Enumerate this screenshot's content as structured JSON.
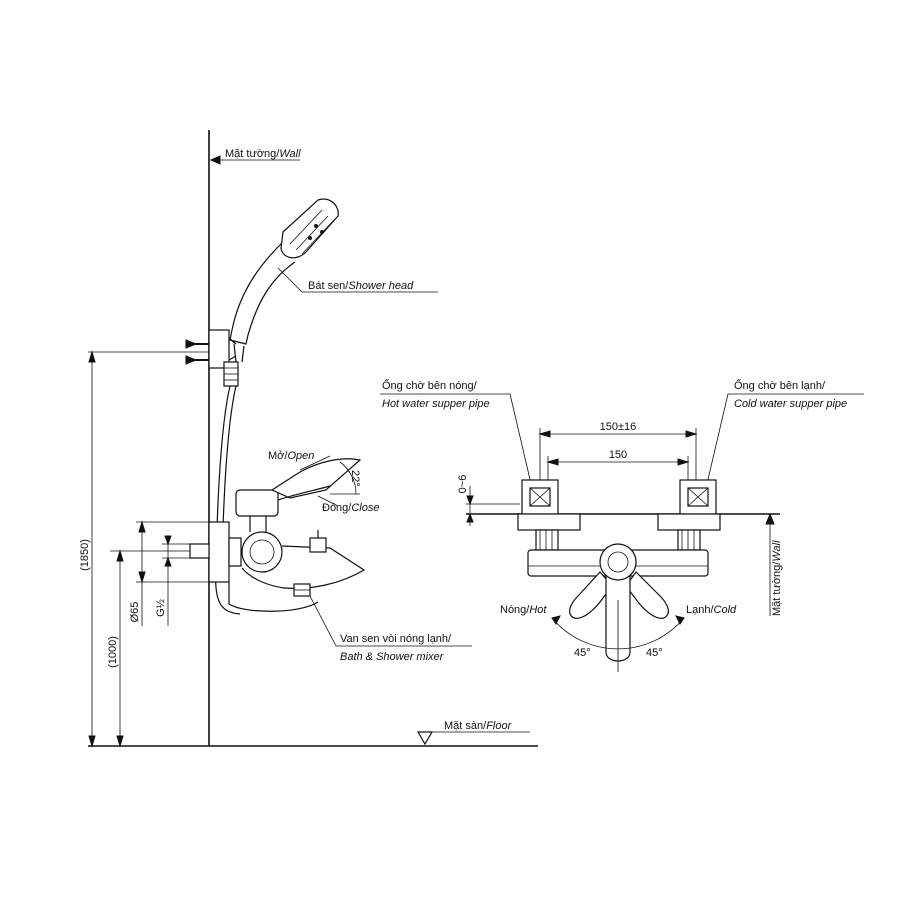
{
  "labels": {
    "wall_vn": "Mặt tường/",
    "wall_en": "Wall",
    "shower_head_vn": "Bát sen/",
    "shower_head_en": "Shower head",
    "open_vn": "Mở/",
    "open_en": "Open",
    "close_vn": "Đóng/",
    "close_en": "Close",
    "angle_22": "22°",
    "mixer_vn": "Van sen vòi nóng lạnh/",
    "mixer_en": "Bath & Shower mixer",
    "floor_vn": "Mặt sàn/",
    "floor_en": "Floor",
    "hot_pipe_vn": "Ống chờ bên nóng/",
    "hot_pipe_en": "Hot water supper pipe",
    "cold_pipe_vn": "Ống chờ bên lạnh/",
    "cold_pipe_en": "Cold water supper pipe",
    "hot_vn": "Nóng/",
    "hot_en": "Hot",
    "cold_vn": "Lạnh/",
    "cold_en": "Cold",
    "angle_45_left": "45°",
    "angle_45_right": "45°",
    "wall_side_vn": "Mặt tường/",
    "wall_side_en": "Wall"
  },
  "dimensions": {
    "total_height": "(1850)",
    "mixer_height": "(1000)",
    "diameter": "Ø65",
    "thread": "G½",
    "spacing_tol": "150±16",
    "spacing": "150",
    "offset": "0~6"
  }
}
